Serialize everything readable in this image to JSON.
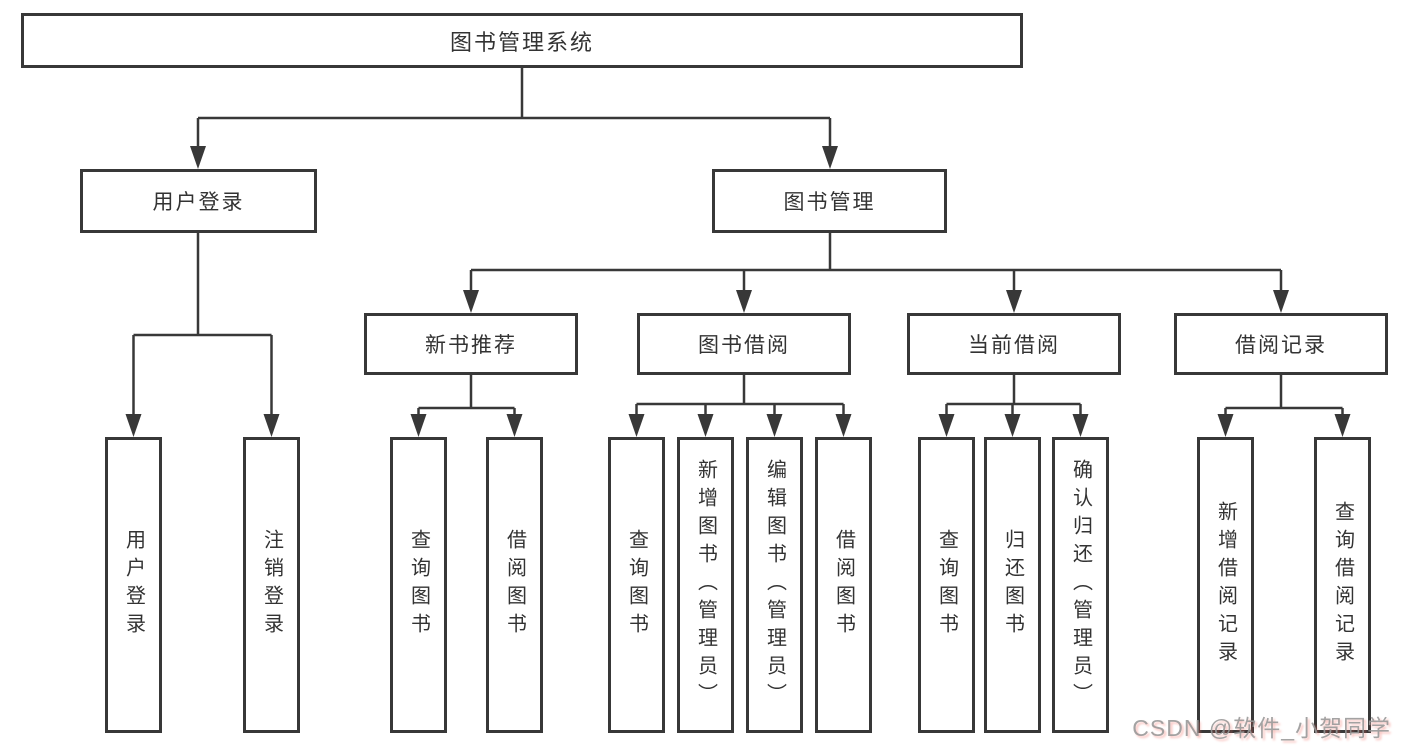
{
  "diagram": {
    "root": {
      "label": "图书管理系统"
    },
    "level2": [
      {
        "label": "用户登录"
      },
      {
        "label": "图书管理"
      }
    ],
    "level3": [
      {
        "label": "新书推荐"
      },
      {
        "label": "图书借阅"
      },
      {
        "label": "当前借阅"
      },
      {
        "label": "借阅记录"
      }
    ],
    "leaves": {
      "user_login": [
        {
          "label": "用户登录"
        },
        {
          "label": "注销登录"
        }
      ],
      "new_book_recommend": [
        {
          "label": "查询图书"
        },
        {
          "label": "借阅图书"
        }
      ],
      "book_borrowing": [
        {
          "label": "查询图书"
        },
        {
          "label": "新增图书（管理员）"
        },
        {
          "label": "编辑图书（管理员）"
        },
        {
          "label": "借阅图书"
        }
      ],
      "current_borrowing": [
        {
          "label": "查询图书"
        },
        {
          "label": "归还图书"
        },
        {
          "label": "确认归还（管理员）"
        }
      ],
      "borrowing_records": [
        {
          "label": "新增借阅记录"
        },
        {
          "label": "查询借阅记录"
        }
      ]
    }
  },
  "watermark": {
    "text": "CSDN @软件_小贺同学"
  },
  "colors": {
    "line": "#383838",
    "text": "#333333",
    "background": "#ffffff",
    "watermark": "#969696",
    "watermark_shadow": "#f0645a"
  }
}
